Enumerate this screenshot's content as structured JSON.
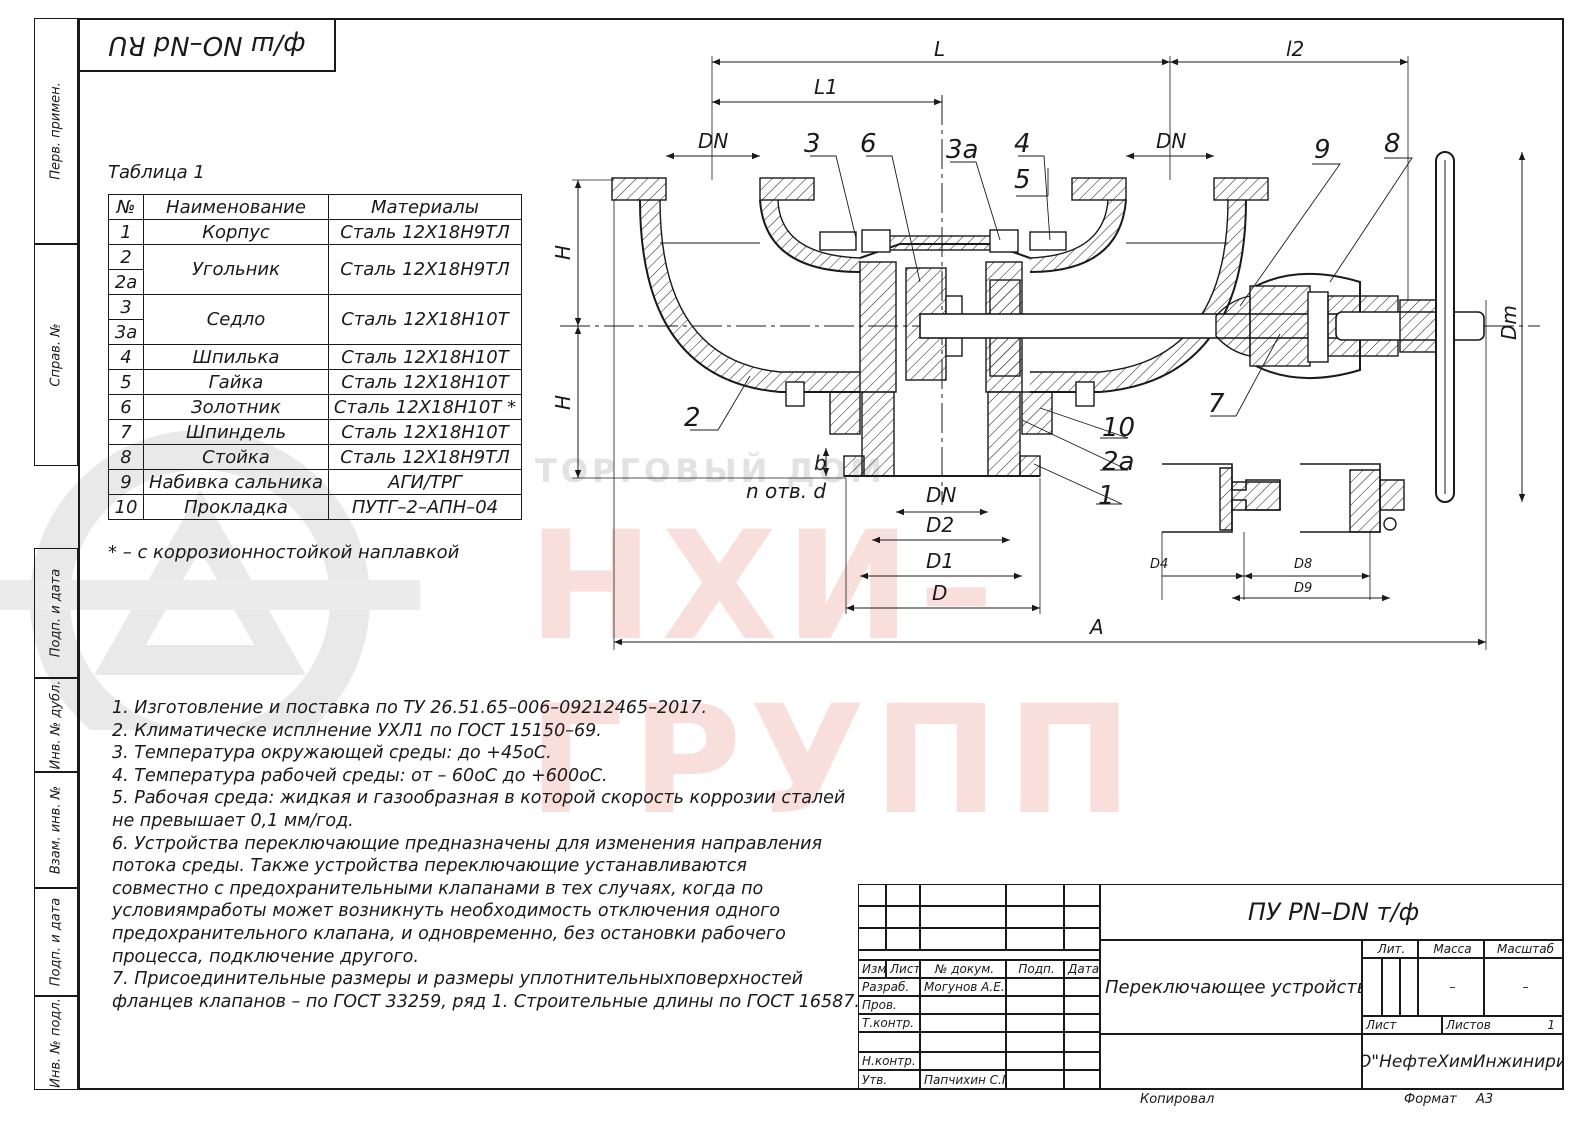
{
  "corner_stamp": "ф/ш NО–Nd RU",
  "side_strip": [
    {
      "label": "Перв. примен."
    },
    {
      "label": "Справ. №"
    },
    {
      "label": "Подп. и дата"
    },
    {
      "label": "Инв. № дубл."
    },
    {
      "label": "Взам. инв. №"
    },
    {
      "label": "Подп. и дата"
    },
    {
      "label": "Инв. № подл."
    }
  ],
  "table": {
    "caption": "Таблица 1",
    "headers": [
      "№",
      "Наименование",
      "Материалы"
    ],
    "rows": [
      {
        "num": "1",
        "name": "Корпус",
        "material": "Сталь 12Х18Н9ТЛ"
      },
      {
        "num": "2",
        "name": "Угольник",
        "material": "Сталь 12Х18Н9ТЛ"
      },
      {
        "num": "2а",
        "name": "",
        "material": ""
      },
      {
        "num": "3",
        "name": "Седло",
        "material": "Сталь 12Х18Н10Т"
      },
      {
        "num": "3а",
        "name": "",
        "material": ""
      },
      {
        "num": "4",
        "name": "Шпилька",
        "material": "Сталь 12Х18Н10Т"
      },
      {
        "num": "5",
        "name": "Гайка",
        "material": "Сталь 12Х18Н10Т"
      },
      {
        "num": "6",
        "name": "Золотник",
        "material": "Сталь 12Х18Н10Т *"
      },
      {
        "num": "7",
        "name": "Шпиндель",
        "material": "Сталь 12Х18Н10Т"
      },
      {
        "num": "8",
        "name": "Стойка",
        "material": "Сталь 12Х18Н9ТЛ"
      },
      {
        "num": "9",
        "name": "Набивка сальника",
        "material": "АГИ/ТРГ"
      },
      {
        "num": "10",
        "name": "Прокладка",
        "material": "ПУТГ–2–АПН–04"
      }
    ],
    "footnote": "* – с коррозионностойкой наплавкой"
  },
  "notes": [
    "1. Изготовление и поставка по ТУ 26.51.65–006–09212465–2017.",
    "2. Климатическе исплнение УХЛ1 по ГОСТ 15150–69.",
    "3. Температура окружающей среды: до +45оС.",
    "4. Температура рабочей среды: от – 60оС до +600оС.",
    "5. Рабочая среда: жидкая и газообразная в которой скорость коррозии сталей",
    "не превышает 0,1 мм/год.",
    "6. Устройства переключающие предназначены для изменения направления",
    "потока среды. Также устройства переключающие устанавливаются",
    "совместно с предохранительными клапанами в тех случаях, когда по",
    "условиямработы может возникнуть необходимость отключения одного",
    "предохранительного клапана, и одновременно, без остановки рабочего",
    "процесса, подключение другого.",
    "7. Присоединительные размеры и размеры уплотнительныхповерхностей",
    "фланцев клапанов – по ГОСТ 33259, ряд 1. Строительные длины по ГОСТ 16587."
  ],
  "dimensions": {
    "L": "L",
    "L1": "L1",
    "l2": "l2",
    "DN_left": "DN",
    "DN_right": "DN",
    "H_top": "H",
    "H_bottom": "H",
    "DN_bottom": "DN",
    "D2": "D2",
    "D1": "D1",
    "D": "D",
    "A": "A",
    "b": "b",
    "n_holes": "n отв. d",
    "Dm": "Dm",
    "D4": "D4",
    "D8": "D8",
    "D9": "D9"
  },
  "callouts": [
    "1",
    "2",
    "2а",
    "3",
    "3а",
    "4",
    "5",
    "6",
    "7",
    "8",
    "9",
    "10"
  ],
  "title_block": {
    "designation": "ПУ PN–DN т/ф",
    "name": "Переключающее устройство",
    "row_headers": [
      "Изм.",
      "Лист",
      "№ докум.",
      "Подп.",
      "Дата"
    ],
    "roles": [
      {
        "role": "Разраб.",
        "person": "Могунов А.Е."
      },
      {
        "role": "Пров.",
        "person": ""
      },
      {
        "role": "Т.контр.",
        "person": ""
      },
      {
        "role": "Н.контр.",
        "person": ""
      },
      {
        "role": "Утв.",
        "person": "Папчихин С.Г."
      }
    ],
    "lit_label": "Лит.",
    "mass_label": "Масса",
    "scale_label": "Масштаб",
    "mass_value": "–",
    "scale_value": "–",
    "sheet_label": "Лист",
    "sheets_label": "Листов",
    "sheets_value": "1",
    "company": "ООО\"НефтеХимИнжиниринг\"",
    "copied": "Копировал",
    "format_label": "Формат",
    "format_value": "А3"
  },
  "watermark": {
    "big": "НХИ–ГРУПП",
    "small": "ТОРГОВЫЙ ДОМ"
  },
  "colors": {
    "line": "#1a1a1a",
    "watermark": "#f4c6c0"
  }
}
